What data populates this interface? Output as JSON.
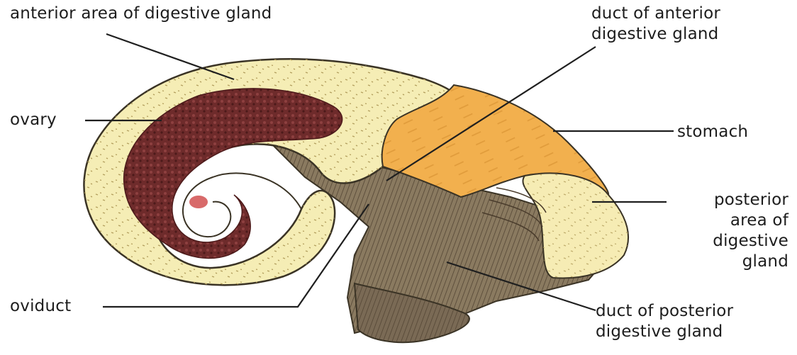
{
  "diagram": {
    "colors": {
      "gland": "#f4ecb0",
      "gland_edge": "#3a3325",
      "ovary": "#6b2a2a",
      "stomach": "#f2b04e",
      "posterior": "#f6ecb4",
      "tissue": "#7a6a55",
      "dot": "#b8a46a"
    },
    "labels": {
      "anterior_area": "anterior area of digestive gland",
      "duct_anterior": "duct of anterior\ndigestive gland",
      "ovary": "ovary",
      "stomach": "stomach",
      "posterior_area": "posterior\narea of\ndigestive\ngland",
      "oviduct": "oviduct",
      "duct_posterior": "duct of posterior\ndigestive gland"
    }
  }
}
